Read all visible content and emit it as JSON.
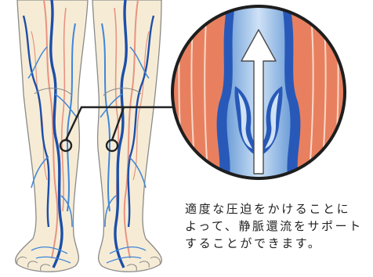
{
  "colors": {
    "skin": "#f6ecd6",
    "skin_outline": "#8a8a8a",
    "vein_dark": "#1d4fa8",
    "vein_light": "#3f86d8",
    "artery": "#e9937f",
    "muscle": "#e8805f",
    "muscle_stripe": "#f7d8c8",
    "vein_inner": "#9cc2ea",
    "vein_wall": "#2859b8",
    "arrow": "#ffffff",
    "callout": "#222222"
  },
  "icons": {
    "legs": "legs-vein-illustration",
    "magnifier": "vein-valve-magnified-icon",
    "flow_arrow": "upward-blood-flow-arrow"
  },
  "caption": {
    "line1": "適度な圧迫をかけることに",
    "line2": "よって、静脈還流をサポート",
    "line3": "することができます。"
  }
}
